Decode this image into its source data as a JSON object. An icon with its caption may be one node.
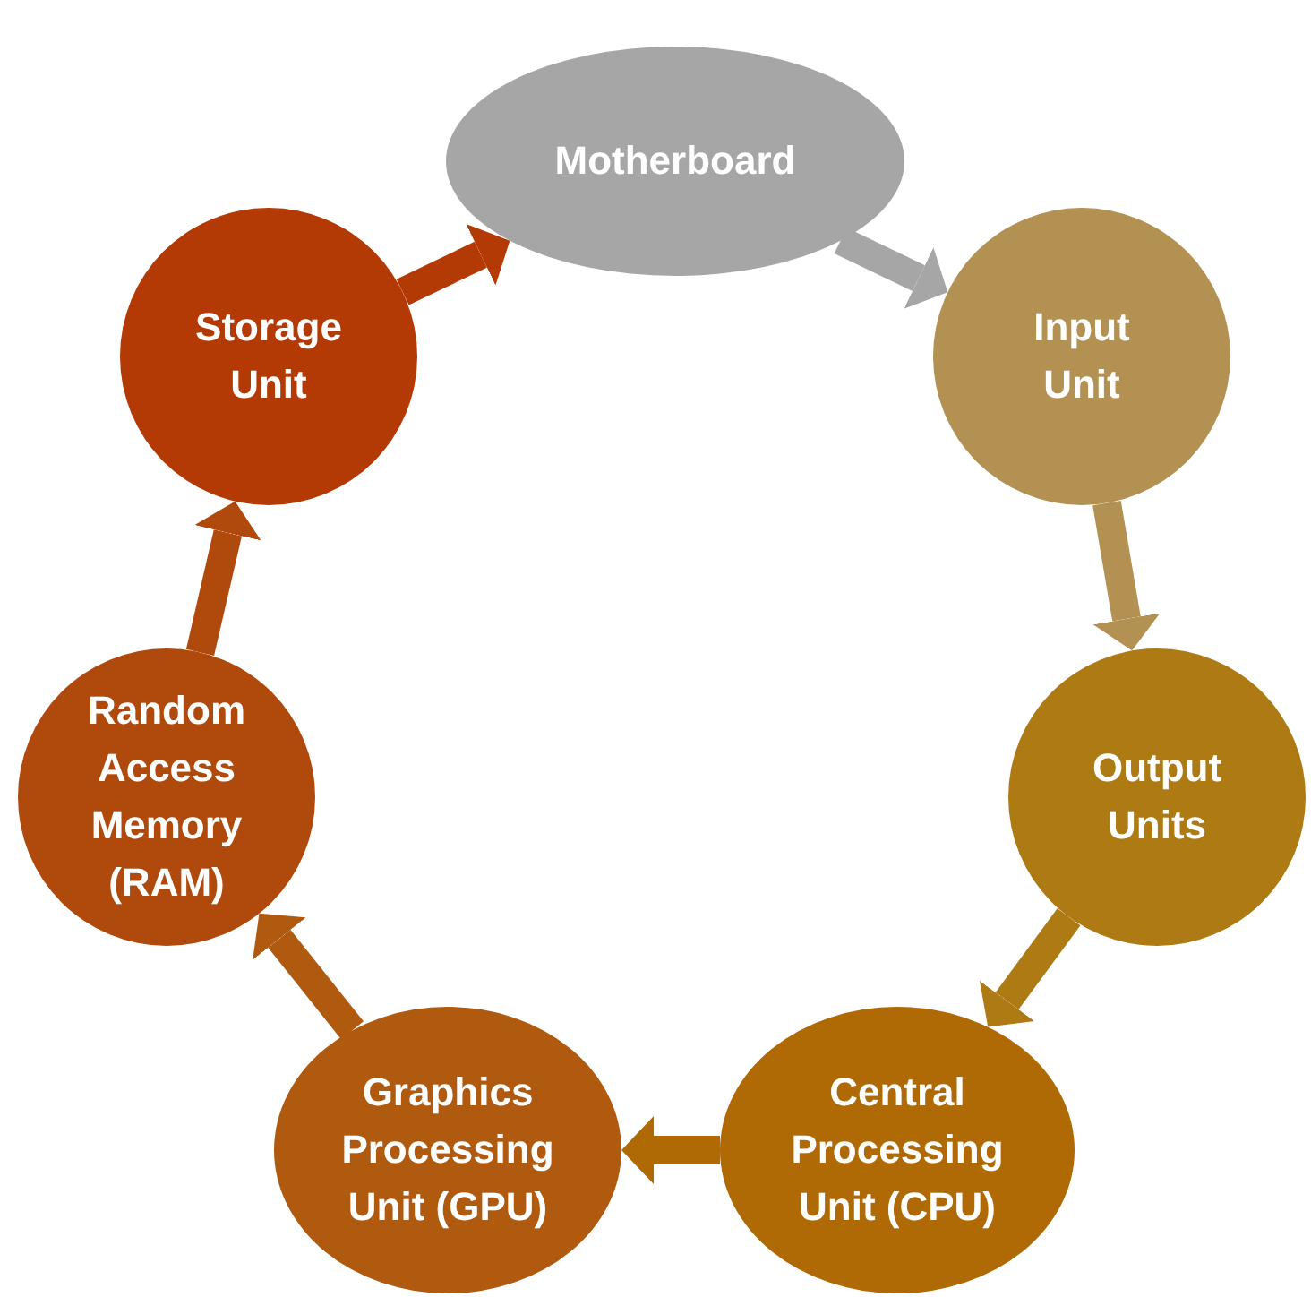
{
  "diagram": {
    "nodes": [
      {
        "text": [
          "Motherboard"
        ]
      },
      {
        "text": [
          "Input Unit"
        ]
      },
      {
        "text": [
          "Output Units"
        ]
      },
      {
        "text": [
          "Central Processing Unit (CPU)"
        ]
      },
      {
        "text": [
          "Graphics Processing Unit (GPU)"
        ]
      },
      {
        "text": [
          "Random Access Memory (RAM)"
        ]
      },
      {
        "text": [
          "Storage Unit"
        ]
      }
    ],
    "edges": [
      {
        "from": 0,
        "to": 1,
        "arrow": "to",
        "color": "#a6a6a6"
      },
      {
        "from": 1,
        "to": 2,
        "arrow": "to",
        "color": "#b29152"
      },
      {
        "from": 2,
        "to": 3,
        "arrow": "to",
        "color": "#ad7a14"
      },
      {
        "from": 3,
        "to": 4,
        "arrow": "to",
        "color": "#b06a05"
      },
      {
        "from": 4,
        "to": 5,
        "arrow": "to",
        "color": "#b05a10"
      },
      {
        "from": 5,
        "to": 6,
        "arrow": "to",
        "color": "#b04a0c"
      },
      {
        "from": 6,
        "to": 0,
        "arrow": "to",
        "color": "#b43a05"
      }
    ]
  }
}
